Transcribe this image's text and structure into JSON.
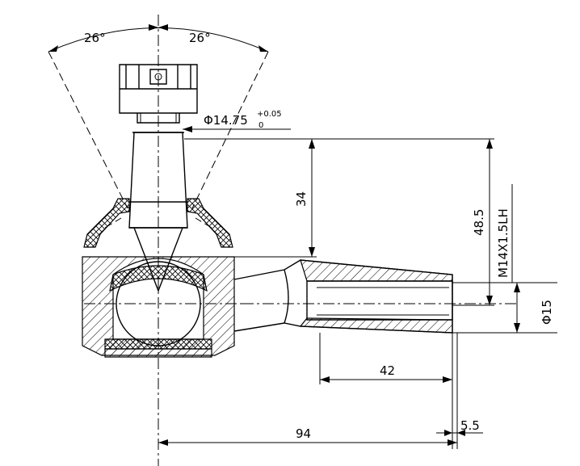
{
  "dimensions": {
    "angle_left": "26°",
    "angle_right": "26°",
    "taper_diameter": "Φ14.75",
    "tolerance_upper": "+0.05",
    "tolerance_lower": "0",
    "height_taper": "34",
    "height_total": "48.5",
    "thread": "M14X1.5LH",
    "bore_diameter": "Φ15",
    "thread_length": "42",
    "overall_length": "94",
    "offset": "5.5"
  }
}
